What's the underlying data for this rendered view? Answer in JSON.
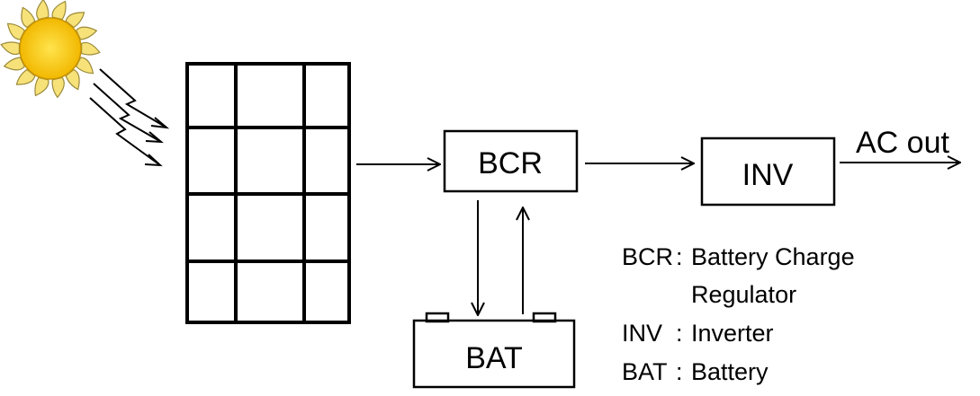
{
  "diagram": {
    "sun": {
      "icon": "sun-icon",
      "color": "#f5c400",
      "ray_color": "#f5c400"
    },
    "boxes": {
      "bcr": "BCR",
      "inv": "INV",
      "bat": "BAT"
    },
    "output_label": "AC out",
    "legend": [
      {
        "abbr": "BCR",
        "sep": ":",
        "text": "Battery Charge"
      },
      {
        "abbr": "",
        "sep": "",
        "text": "Regulator"
      },
      {
        "abbr": "INV",
        "sep": ":",
        "text": "Inverter"
      },
      {
        "abbr": "BAT",
        "sep": ":",
        "text": "Battery"
      }
    ]
  }
}
